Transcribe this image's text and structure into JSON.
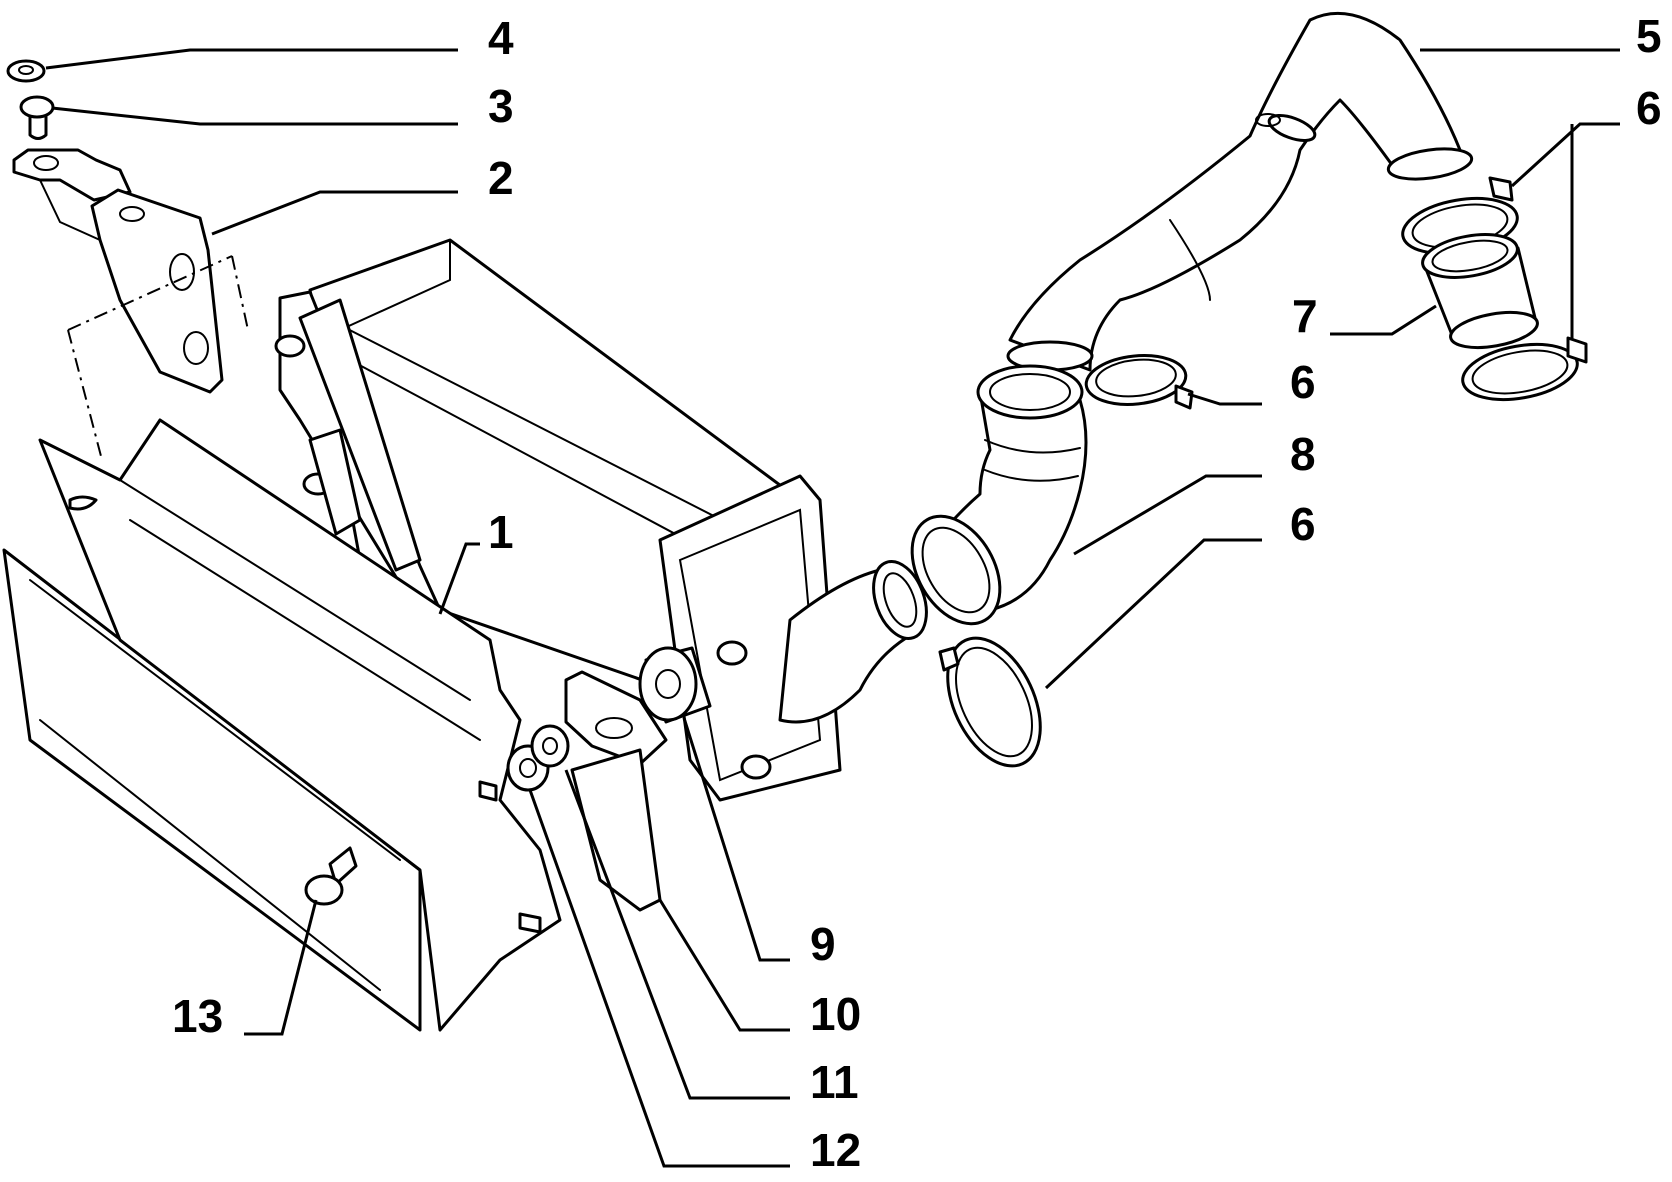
{
  "diagram": {
    "callouts": [
      {
        "id": "c4",
        "text": "4"
      },
      {
        "id": "c3",
        "text": "3"
      },
      {
        "id": "c2",
        "text": "2"
      },
      {
        "id": "c1",
        "text": "1"
      },
      {
        "id": "c5",
        "text": "5"
      },
      {
        "id": "c6a",
        "text": "6"
      },
      {
        "id": "c7",
        "text": "7"
      },
      {
        "id": "c6b",
        "text": "6"
      },
      {
        "id": "c8",
        "text": "8"
      },
      {
        "id": "c6c",
        "text": "6"
      },
      {
        "id": "c9",
        "text": "9"
      },
      {
        "id": "c10",
        "text": "10"
      },
      {
        "id": "c11",
        "text": "11"
      },
      {
        "id": "c12",
        "text": "12"
      },
      {
        "id": "c13",
        "text": "13"
      }
    ]
  }
}
